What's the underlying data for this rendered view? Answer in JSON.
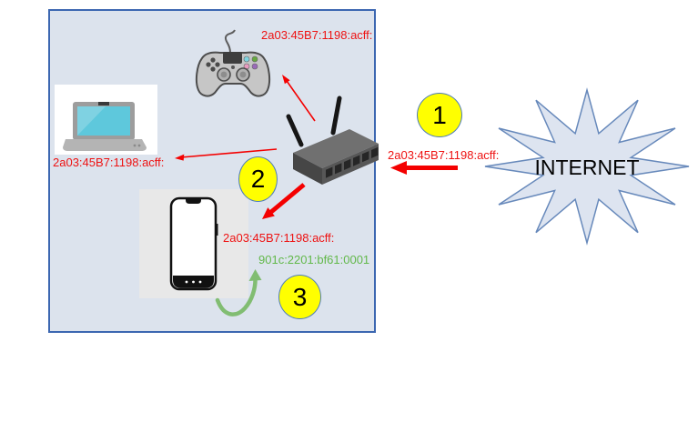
{
  "diagram_title": "ipv6-nat-lan-diagram",
  "labels": {
    "controller_ip": "2a03:45B7:1198:acff:",
    "laptop_ip": "2a03:45B7:1198:acff:",
    "internet_packet_ip": "2a03:45B7:1198:acff:",
    "phone_public_ip": "2a03:45B7:1198:acff:",
    "phone_local_ip": "901c:2201:bf61:0001",
    "internet": "INTERNET"
  },
  "steps": [
    {
      "n": "1"
    },
    {
      "n": "2"
    },
    {
      "n": "3"
    }
  ],
  "icons": {
    "controller": "game-controller-icon",
    "laptop": "laptop-icon",
    "router": "wifi-router-icon",
    "phone": "smartphone-icon",
    "internet": "internet-star-shape"
  },
  "colors": {
    "public_ip": "#ee1212",
    "local_ip": "#62b84a",
    "highlight": "#ffff00",
    "box_fill": "#dce3ed",
    "box_border": "#3c67b1",
    "star_fill": "#dde4f0",
    "star_stroke": "#6789bb",
    "arrow_red": "#f40000",
    "arrow_green": "#81bd72"
  }
}
